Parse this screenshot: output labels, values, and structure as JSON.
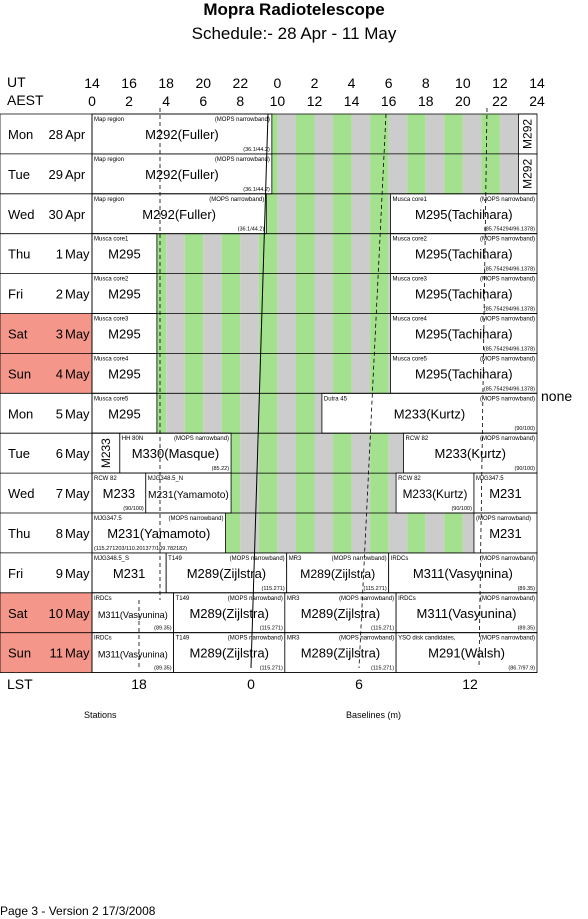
{
  "title": "Mopra Radiotelescope",
  "subtitle": "Schedule:- 28 Apr - 11 May",
  "ut_label": "UT",
  "aest_label": "AEST",
  "ut_ticks": [
    "14",
    "16",
    "18",
    "20",
    "22",
    "0",
    "2",
    "4",
    "6",
    "8",
    "10",
    "12",
    "14"
  ],
  "aest_ticks": [
    "0",
    "2",
    "4",
    "6",
    "8",
    "10",
    "12",
    "14",
    "16",
    "18",
    "20",
    "22",
    "24"
  ],
  "lst_label": "LST",
  "lst_ticks": [
    "18",
    "0",
    "6",
    "12"
  ],
  "days": [
    {
      "day": "Mon",
      "num": "28",
      "mon": "Apr",
      "weekend": false
    },
    {
      "day": "Tue",
      "num": "29",
      "mon": "Apr",
      "weekend": false
    },
    {
      "day": "Wed",
      "num": "30",
      "mon": "Apr",
      "weekend": false
    },
    {
      "day": "Thu",
      "num": "1",
      "mon": "May",
      "weekend": false
    },
    {
      "day": "Fri",
      "num": "2",
      "mon": "May",
      "weekend": false
    },
    {
      "day": "Sat",
      "num": "3",
      "mon": "May",
      "weekend": true
    },
    {
      "day": "Sun",
      "num": "4",
      "mon": "May",
      "weekend": true
    },
    {
      "day": "Mon",
      "num": "5",
      "mon": "May",
      "weekend": false
    },
    {
      "day": "Tue",
      "num": "6",
      "mon": "May",
      "weekend": false
    },
    {
      "day": "Wed",
      "num": "7",
      "mon": "May",
      "weekend": false
    },
    {
      "day": "Thu",
      "num": "8",
      "mon": "May",
      "weekend": false
    },
    {
      "day": "Fri",
      "num": "9",
      "mon": "May",
      "weekend": false
    },
    {
      "day": "Sat",
      "num": "10",
      "mon": "May",
      "weekend": true
    },
    {
      "day": "Sun",
      "num": "11",
      "mon": "May",
      "weekend": true
    }
  ],
  "blocks": [
    {
      "row": 0,
      "start": 0,
      "end": 9.7,
      "code": "M292(Fuller)",
      "tl": "Map region",
      "tr": "(MOPS narrowband)",
      "br": "(36.1/44.2)"
    },
    {
      "row": 0,
      "start": 23,
      "end": 24,
      "code": "M292",
      "vertical": true
    },
    {
      "row": 1,
      "start": 0,
      "end": 9.7,
      "code": "M292(Fuller)",
      "tl": "Map region",
      "tr": "(MOPS narrowband)",
      "br": "(36.1/44.2)"
    },
    {
      "row": 1,
      "start": 23,
      "end": 24,
      "code": "M292",
      "vertical": true
    },
    {
      "row": 2,
      "start": 0,
      "end": 9.4,
      "code": "M292(Fuller)",
      "tl": "Map region",
      "tr": "(MOPS narrowband)",
      "br": "(36.1/44.2)"
    },
    {
      "row": 2,
      "start": 16.1,
      "end": 24,
      "code": "M295(Tachihara)",
      "tl": "Musca core1",
      "tr": "(MOPS narrowband)",
      "br": "(85.754294/96.1378)"
    },
    {
      "row": 3,
      "start": 0,
      "end": 3.5,
      "code": "M295",
      "tl": "Musca core1"
    },
    {
      "row": 3,
      "start": 16.1,
      "end": 24,
      "code": "M295(Tachihara)",
      "tl": "Musca core2",
      "tr": "(MOPS narrowband)",
      "br": "(85.754294/96.1378)"
    },
    {
      "row": 4,
      "start": 0,
      "end": 3.5,
      "code": "M295",
      "tl": "Musca core2"
    },
    {
      "row": 4,
      "start": 16.1,
      "end": 24,
      "code": "M295(Tachihara)",
      "tl": "Musca core3",
      "tr": "(MOPS narrowband)",
      "br": "(85.754294/96.1378)"
    },
    {
      "row": 5,
      "start": 0,
      "end": 3.5,
      "code": "M295",
      "tl": "Musca core3"
    },
    {
      "row": 5,
      "start": 16.1,
      "end": 24,
      "code": "M295(Tachihara)",
      "tl": "Musca core4",
      "tr": "(MOPS narrowband)",
      "br": "(85.754294/96.1378)"
    },
    {
      "row": 6,
      "start": 0,
      "end": 3.5,
      "code": "M295",
      "tl": "Musca core4"
    },
    {
      "row": 6,
      "start": 16.1,
      "end": 24,
      "code": "M295(Tachihara)",
      "tl": "Musca core5",
      "tr": "(MOPS narrowband)",
      "br": "(85.754294/96.1378)"
    },
    {
      "row": 7,
      "start": 0,
      "end": 3.5,
      "code": "M295",
      "tl": "Musca core5"
    },
    {
      "row": 7,
      "start": 12.4,
      "end": 24,
      "code": "M233(Kurtz)",
      "tl": "Dutra 45",
      "tr": "(MOPS narrowband)",
      "br": "(90/100)"
    },
    {
      "row": 8,
      "start": 0,
      "end": 1.5,
      "code": "M233",
      "vertical": true
    },
    {
      "row": 8,
      "start": 1.5,
      "end": 7.5,
      "code": "M330(Masque)",
      "tl": "HH 80N",
      "tr": "(MOPS narrowband)",
      "br": "(85.22)"
    },
    {
      "row": 8,
      "start": 16.8,
      "end": 24,
      "code": "M233(Kurtz)",
      "tl": "RCW 82",
      "tr": "(MOPS narrowband)",
      "br": "(90/100)"
    },
    {
      "row": 9,
      "start": 0,
      "end": 2.9,
      "code": "M233",
      "tl": "RCW 82",
      "br": "(90/100)"
    },
    {
      "row": 9,
      "start": 2.9,
      "end": 7.5,
      "code": "M231(Yamamoto)",
      "tl": "MJG348.5_N"
    },
    {
      "row": 9,
      "start": 16.4,
      "end": 20.6,
      "code": "M233(Kurtz)",
      "tl": "RCW 82",
      "br": "(90/100)"
    },
    {
      "row": 9,
      "start": 20.6,
      "end": 24,
      "code": "M231",
      "tl": "MJG347.5"
    },
    {
      "row": 10,
      "start": 0,
      "end": 7.2,
      "code": "M231(Yamamoto)",
      "tl": "MJG347.5",
      "tr": "(MOPS narrowband)",
      "bl": "(115.271203/110.201377/109.782182)"
    },
    {
      "row": 10,
      "start": 20.6,
      "end": 24,
      "code": "M231",
      "tl": "(MOPS narrowband)"
    },
    {
      "row": 11,
      "start": 0,
      "end": 4.0,
      "code": "M231",
      "tl": "MJG348.5_S"
    },
    {
      "row": 11,
      "start": 4.0,
      "end": 10.5,
      "code": "M289(Zijlstra)",
      "tl": "T149",
      "tr": "(MOPS narrowband)",
      "br": "(115.271)"
    },
    {
      "row": 11,
      "start": 10.5,
      "end": 16.0,
      "code": "M289(Zijlstra)",
      "tl": "MR3",
      "tr": "(MOPS narrowband)",
      "br": "(115.271)"
    },
    {
      "row": 11,
      "start": 16.0,
      "end": 24,
      "code": "M311(Vasyunina)",
      "tl": "IRDCs",
      "tr": "(MOPS narrowband)",
      "br": "(89.35)"
    },
    {
      "row": 12,
      "start": 0,
      "end": 4.4,
      "code": "M311(Vasyunina)",
      "tl": "IRDCs",
      "br": "(89.35)"
    },
    {
      "row": 12,
      "start": 4.4,
      "end": 10.4,
      "code": "M289(Zijlstra)",
      "tl": "T149",
      "tr": "(MOPS narrowband)",
      "br": "(115.271)"
    },
    {
      "row": 12,
      "start": 10.4,
      "end": 16.4,
      "code": "M289(Zijlstra)",
      "tl": "MR3",
      "tr": "(MOPS narrowband)",
      "br": "(115.271)"
    },
    {
      "row": 12,
      "start": 16.4,
      "end": 24,
      "code": "M311(Vasyunina)",
      "tl": "IRDCs",
      "tr": "(MOPS narrowband)",
      "br": "(89.35)"
    },
    {
      "row": 13,
      "start": 0,
      "end": 4.4,
      "code": "M311(Vasyunina)",
      "tl": "IRDCs",
      "br": "(89.35)"
    },
    {
      "row": 13,
      "start": 4.4,
      "end": 10.4,
      "code": "M289(Zijlstra)",
      "tl": "T149",
      "tr": "(MOPS narrowband)",
      "br": "(115.271)"
    },
    {
      "row": 13,
      "start": 10.4,
      "end": 16.4,
      "code": "M289(Zijlstra)",
      "tl": "MR3",
      "tr": "(MOPS narrowband)",
      "br": "(115.271)"
    },
    {
      "row": 13,
      "start": 16.4,
      "end": 24,
      "code": "M291(Walsh)",
      "tl": "YSO disk candidates,",
      "tr": "(MOPS narrowband)",
      "br": "(86.7/97.9)"
    }
  ],
  "side_note": "none",
  "stations_label": "Stations",
  "baselines_label": "Baselines (m)",
  "footer": "Page 3 - Version 2  17/3/2008",
  "colors": {
    "weekend": "#f4968a",
    "gray_stripe": "#cccccc",
    "green_stripe": "#a3e18e",
    "border": "#000000"
  }
}
